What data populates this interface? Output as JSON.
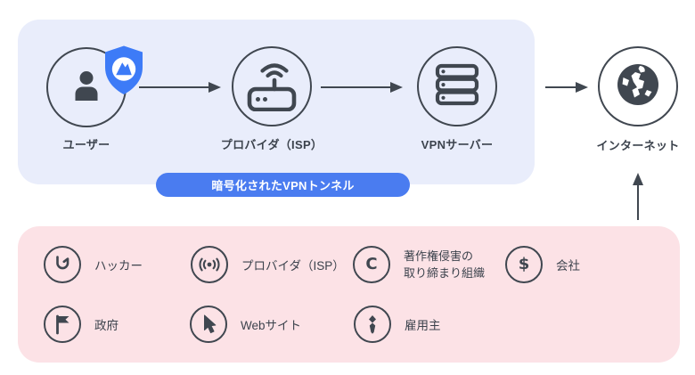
{
  "flow": {
    "nodes": {
      "user": {
        "label": "ユーザー",
        "icon": "person-icon",
        "badge": "vpn-shield-icon"
      },
      "isp": {
        "label": "プロバイダ（ISP）",
        "icon": "router-wifi-icon"
      },
      "vpn_server": {
        "label": "VPNサーバー",
        "icon": "server-stack-icon"
      },
      "internet": {
        "label": "インターネット",
        "icon": "globe-icon"
      }
    },
    "tunnel_label": "暗号化されたVPNトンネル"
  },
  "threats": {
    "items": [
      {
        "label": "ハッカー",
        "icon": "hook-icon"
      },
      {
        "label": "プロバイダ（ISP）",
        "icon": "broadcast-icon"
      },
      {
        "label_line1": "著作権侵害の",
        "label_line2": "取り締まり組織",
        "icon": "copyright-icon",
        "glyph": "C"
      },
      {
        "label": "会社",
        "icon": "dollar-icon",
        "glyph": "$"
      },
      {
        "label": "政府",
        "icon": "flag-icon"
      },
      {
        "label": "Webサイト",
        "icon": "cursor-icon"
      },
      {
        "label": "雇用主",
        "icon": "necktie-icon"
      }
    ]
  },
  "colors": {
    "tunnel_panel_bg": "#E9EDFB",
    "threats_panel_bg": "#FCE2E6",
    "tunnel_pill_bg": "#4A7CF0",
    "shield_blue": "#3D7BF7",
    "ink": "#404750"
  }
}
